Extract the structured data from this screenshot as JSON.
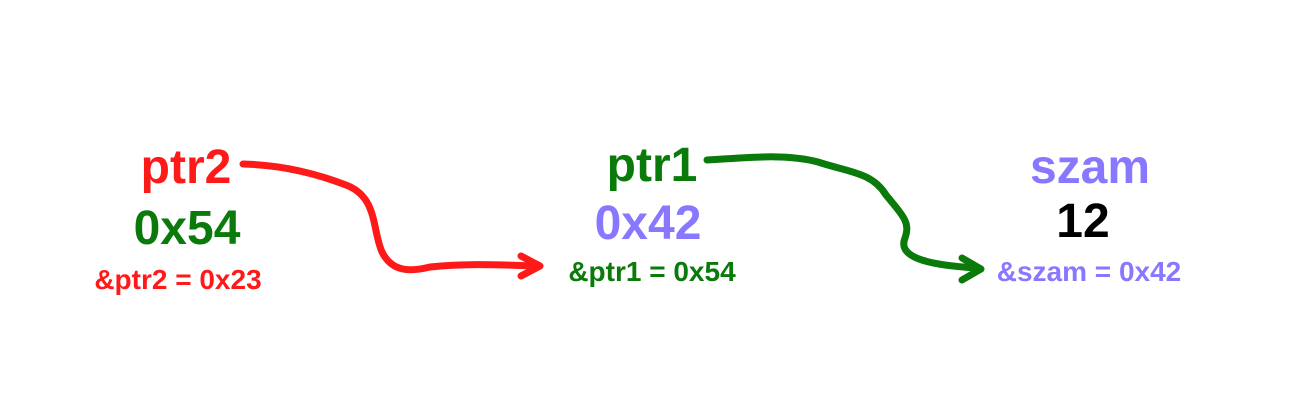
{
  "colors": {
    "red": "#ff1a1a",
    "green": "#0a7a0a",
    "purple": "#8877ff",
    "black": "#000000"
  },
  "nodes": [
    {
      "name": "ptr2",
      "value": "0x54",
      "address": "&ptr2 = 0x23"
    },
    {
      "name": "ptr1",
      "value": "0x42",
      "address": "&ptr1 = 0x54"
    },
    {
      "name": "szam",
      "value": "12",
      "address": "&szam = 0x42"
    }
  ],
  "arrows": [
    {
      "from": "ptr2",
      "to": "ptr1",
      "color": "red"
    },
    {
      "from": "ptr1",
      "to": "szam",
      "color": "green"
    }
  ]
}
